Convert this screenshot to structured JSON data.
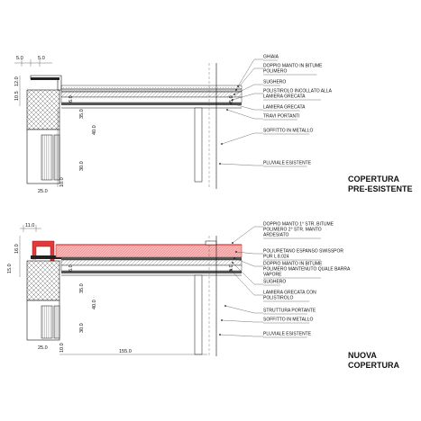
{
  "top_section": {
    "title_line1": "COPERTURA",
    "title_line2": "PRE-ESISTENTE",
    "dims": {
      "d1": "5.0",
      "d2": "5.0",
      "d3": "10.5",
      "d4": "12.0",
      "d5": "6.0",
      "d6": "5.0",
      "d7": "35.0",
      "d8": "40.0",
      "d9": "30.0",
      "d10": "10.0",
      "d11": "25.0"
    },
    "labels": [
      "GHIAIA",
      "DOPPIO MANTO IN BITUME POLIMERO",
      "SUGHERO",
      "POLISTIROLO INCOLLATO ALLA LAMIERA GRECATA",
      "LAMIERA GRECATA",
      "TRAVI PORTANTI",
      "SOFFITTO IN METALLO",
      "PLUVIALE ESISTENTE"
    ]
  },
  "bottom_section": {
    "title_line1": "NUOVA",
    "title_line2": "COPERTURA",
    "dims": {
      "d1": "11.0",
      "d2": "16.0",
      "d3": "15.0",
      "d4": "6.0",
      "d5": "5.0",
      "d6": "35.0",
      "d7": "40.0",
      "d8": "30.0",
      "d9": "10.0",
      "d10": "25.0",
      "d11": "155.0"
    },
    "labels": [
      "DOPPIO MANTO 1° STR. BITUME POLIMERO 2° STR. MANTO ARDESIATO",
      "POLIURETANO ESPANSO SWISSPOR PUR L 8.024",
      "DOPPIO MANTO IN BITUME POLIMERO MANTENUTO QUALE BARRA VAPORE",
      "SUGHERO",
      "LAMIERA GRECATA CON POLISTIROLO",
      "STRUTTURA PORTANTE",
      "SOFFITTO IN METALLO",
      "PLUVIALE ESISTENTE"
    ]
  },
  "colors": {
    "new_insulation": "#f4a6a6",
    "flashing": "#e23a3a",
    "line": "#111111",
    "hatch": "#555555"
  }
}
